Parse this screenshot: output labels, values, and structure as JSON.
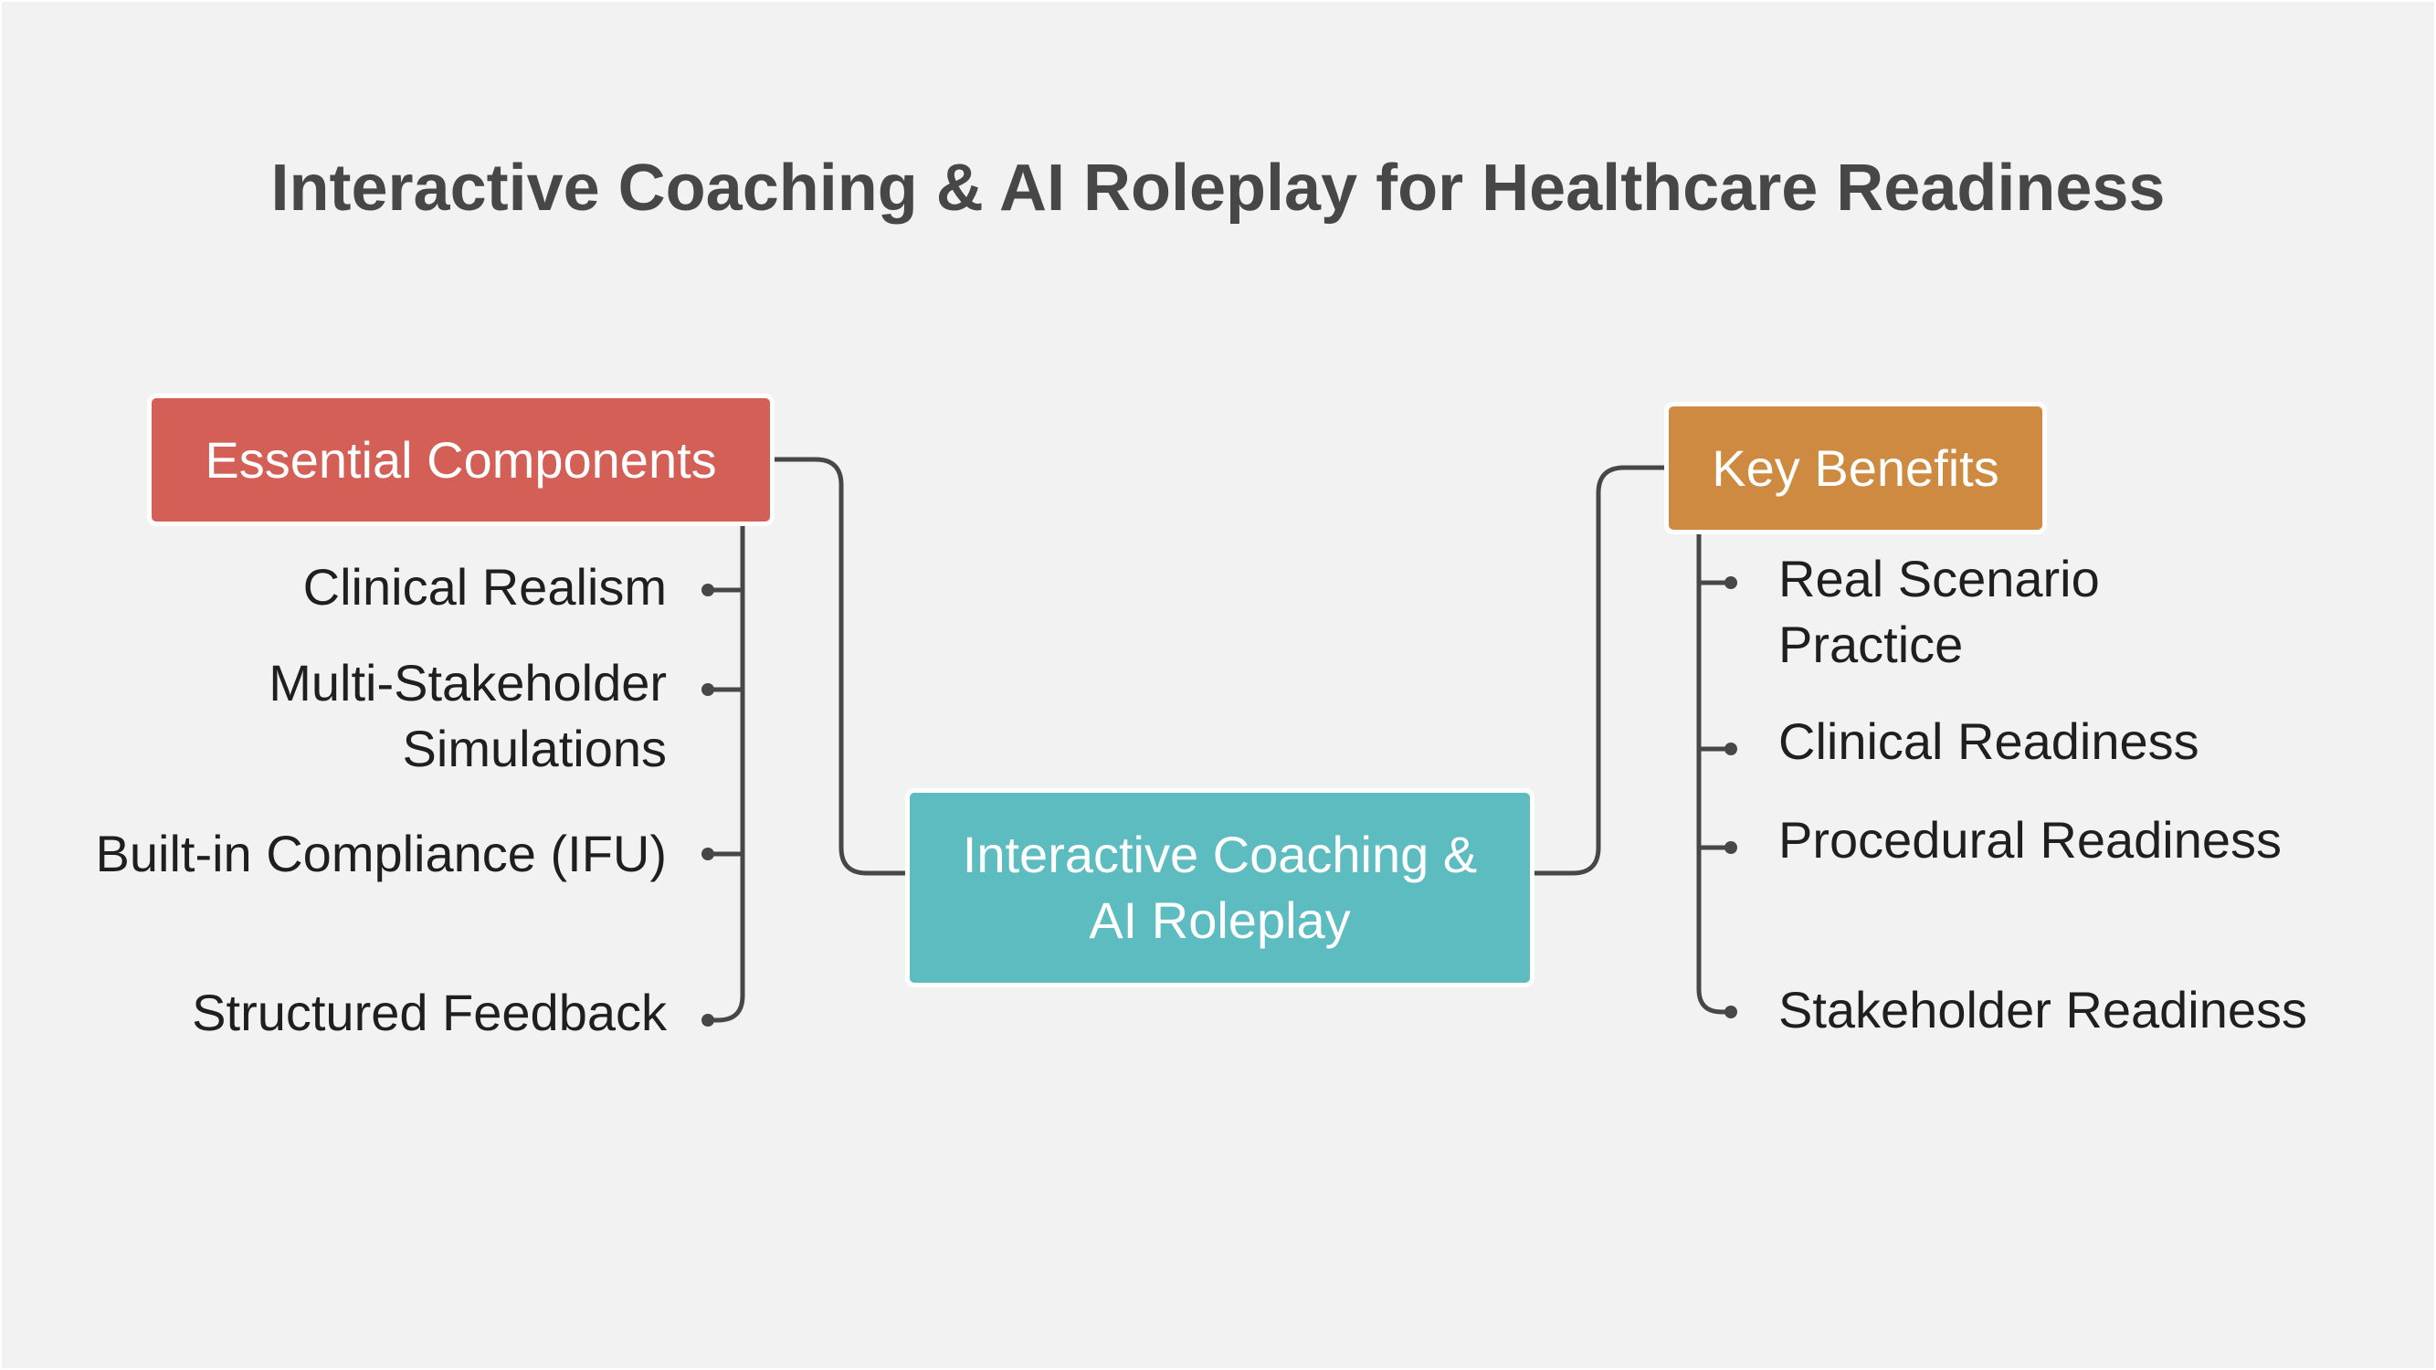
{
  "title": "Interactive Coaching & AI Roleplay for Healthcare Readiness",
  "colors": {
    "background": "#f2f2f2",
    "essential": "#d35f57",
    "benefits": "#ce8a40",
    "center": "#5cbcbf",
    "connector": "#474747",
    "text": "#1f1f1f"
  },
  "center": {
    "label": "Interactive Coaching & AI Roleplay"
  },
  "essential": {
    "label": "Essential Components",
    "items": [
      "Clinical Realism",
      "Multi-Stakeholder Simulations",
      "Built-in Compliance (IFU)",
      "Structured Feedback"
    ]
  },
  "benefits": {
    "label": "Key Benefits",
    "items": [
      "Real Scenario Practice",
      "Clinical Readiness",
      "Procedural Readiness",
      "Stakeholder Readiness"
    ]
  }
}
